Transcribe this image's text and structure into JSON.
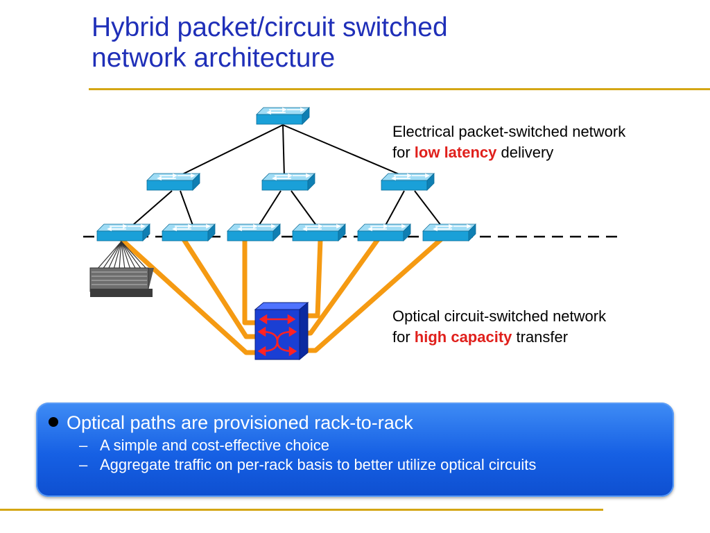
{
  "title": {
    "line1": "Hybrid packet/circuit switched",
    "line2": "network architecture"
  },
  "captions": {
    "electrical": {
      "line1": "Electrical packet-switched network",
      "pre": "for ",
      "highlight": "low latency",
      "post": " delivery"
    },
    "optical": {
      "line1": "Optical circuit-switched network",
      "pre": "for ",
      "highlight": "high capacity",
      "post": " transfer"
    }
  },
  "info_box": {
    "bullet": "Optical paths are provisioned rack-to-rack",
    "dash": "–",
    "sub_bullets": [
      "A simple and cost-effective choice",
      "Aggregate traffic on per-rack basis to better utilize optical circuits"
    ]
  },
  "colors": {
    "title": "#1f2fb8",
    "accent_rule": "#d4a614",
    "switch": "#1aa0d8",
    "optical_link": "#f59a12",
    "optical_switch": "#1a3fd4",
    "highlight": "#e0201c"
  },
  "icons": {
    "switch": "ethernet-switch-icon",
    "rack": "server-rack-icon",
    "optical_switch": "optical-circuit-switch-icon"
  }
}
